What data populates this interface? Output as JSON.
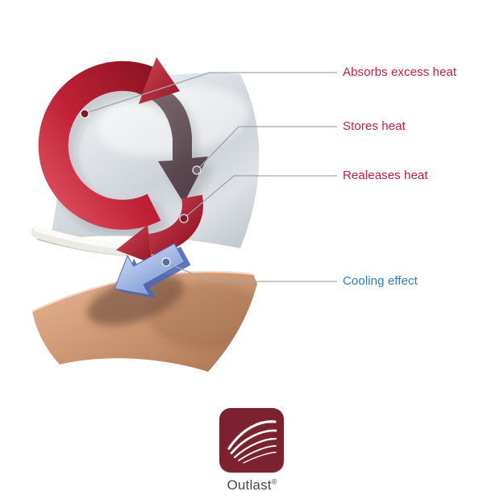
{
  "labels": {
    "absorbs": "Absorbs excess heat",
    "stores": "Stores heat",
    "releases": "Realeases heat",
    "cooling": "Cooling effect"
  },
  "colors": {
    "heat_label": "#c0203e",
    "cooling_label": "#2e7cc0",
    "leader_line": "#a0a6ac",
    "logo_bg": "#7c2130",
    "heat_arrow": "#c02136",
    "dark_arrow": "#5a474d",
    "cooling_arrow": "#8aa4dc",
    "fabric_sheet": "#d9dde1",
    "skin_surface": "#cf9b78"
  },
  "logo": {
    "brand": "Outlast",
    "registered": "®"
  }
}
